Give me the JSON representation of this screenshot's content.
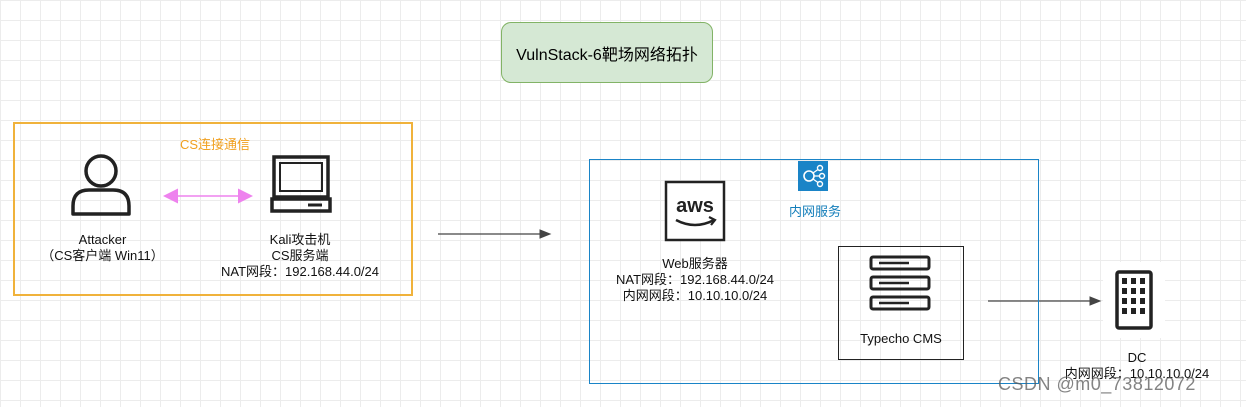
{
  "title": "VulnStack-6靶场网络拓扑",
  "link_label": "CS连接通信",
  "attacker": {
    "line1": "Attacker",
    "line2": "（CS客户端 Win11）"
  },
  "kali": {
    "line1": "Kali攻击机",
    "line2": "CS服务端",
    "line3": "NAT网段：192.168.44.0/24"
  },
  "intranet_zone_label": "内网服务",
  "web_server": {
    "icon_text": "aws",
    "line1": "Web服务器",
    "line2": "NAT网段：192.168.44.0/24",
    "line3": "内网网段：10.10.10.0/24"
  },
  "cms": {
    "label": "Typecho CMS"
  },
  "dc": {
    "line1": "DC",
    "line2": "内网网段：10.10.10.0/24"
  },
  "watermark": "CSDN @m0_73812072",
  "colors": {
    "title_fill": "#d5e8d4",
    "title_border": "#82b366",
    "attacker_zone_border": "#f0b23b",
    "link_arrow": "#ee82ee",
    "intranet_zone_border": "#1a84c7"
  }
}
